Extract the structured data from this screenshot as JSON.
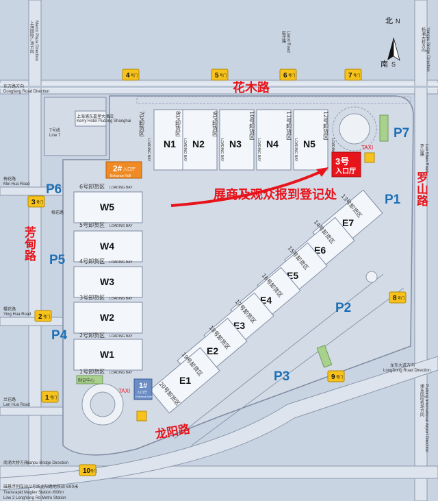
{
  "compass": {
    "north": "北",
    "north_en": "N",
    "south": "南",
    "south_en": "S"
  },
  "roads": {
    "huamu": "花木路",
    "luoshan": "罗山路",
    "fangdian": "芳甸路",
    "longyang": "龙阳路"
  },
  "directions": {
    "dongfang_cn": "东方路方向",
    "dongfang_en": "Dongfang Road Direction",
    "marco_cn": "上海国际广场方向",
    "marco_en": "Marco Plaza Direction",
    "yangpu_cn": "杨浦大桥方向",
    "yangpu_en": "Yangpu Bridge Direction",
    "lianxi_cn": "联洋路",
    "lianxi_en": "Lianxi Road",
    "luoshan_cn": "罗山路",
    "luoshan_en": "Luo Shan Road",
    "meihua_cn": "梅花路",
    "meihua_en": "Mei Hua Road",
    "yinghua_cn": "樱花路",
    "yinghua_en": "Ying Hua Road",
    "lanhua_cn": "兰花路",
    "lanhua_en": "Lan Hua Road",
    "longdong_cn": "龙东大道方向",
    "longdong_en": "LongDong Road Direction",
    "pudong_cn": "浦东国际机场方向",
    "pudong_en": "Pudong International Airport Direction",
    "nanpu_cn": "南浦大桥方向",
    "nanpu_en": "Nanpu Bridge Direction",
    "maglev_cn": "磁悬浮列车站/2号线龙阳路地铁站 600米",
    "maglev_en": "Transrapid Maglev Station /600m",
    "line2_en": "Line 2 LongYang Rd.Metro Station",
    "kerry_cn": "上海浦东嘉里大酒店",
    "kerry_en": "Kerry Hotel Pudong Shanghai",
    "line7_cn": "7号线",
    "line7_en": "Line 7"
  },
  "gates": [
    {
      "num": "1",
      "label": "号门"
    },
    {
      "num": "2",
      "label": "号门"
    },
    {
      "num": "3",
      "label": "号门"
    },
    {
      "num": "4",
      "label": "号门"
    },
    {
      "num": "5",
      "label": "号门"
    },
    {
      "num": "6",
      "label": "号门"
    },
    {
      "num": "7",
      "label": "号门"
    },
    {
      "num": "8",
      "label": "号门"
    },
    {
      "num": "9",
      "label": "号门"
    },
    {
      "num": "10",
      "label": "号门"
    }
  ],
  "parking": [
    "P1",
    "P2",
    "P3",
    "P4",
    "P5",
    "P6",
    "P7"
  ],
  "halls": {
    "north": [
      "N1",
      "N2",
      "N3",
      "N4",
      "N5"
    ],
    "west": [
      "W5",
      "W4",
      "W3",
      "W2",
      "W1"
    ],
    "east": [
      "E7",
      "E6",
      "E5",
      "E4",
      "E3",
      "E2",
      "E1"
    ]
  },
  "loading_bays": {
    "north": [
      "7号卸货区",
      "8号卸货区",
      "9号卸货区",
      "10号卸货区",
      "11号卸货区",
      "12号卸货区"
    ],
    "west": [
      "6号卸货区",
      "5号卸货区",
      "4号卸货区",
      "3号卸货区",
      "2号卸货区",
      "1号卸货区"
    ],
    "east": [
      "13号卸货区",
      "14号卸货区",
      "15号卸货区",
      "16号卸货区",
      "17号卸货区",
      "18号卸货区",
      "19号卸货区",
      "20号卸货区"
    ],
    "en": "LOADING BAY"
  },
  "entrances": {
    "e1_num": "1#",
    "e1_cn": "入口厅",
    "e1_en": "Entrance Hall",
    "e2_num": "2#",
    "e2_cn": "入口厅",
    "e2_en": "Entrance Hall",
    "e3_num": "3号",
    "e3_cn": "入口厅"
  },
  "registration": "展商及观众报到登记处",
  "taxi": "TAXI",
  "center": "制证中心",
  "colors": {
    "background": "#c9d4e3",
    "road": "#dde4ee",
    "hall": "#f3f6fa",
    "gate": "#f6c21b",
    "red": "#e8141b",
    "park": "#1d6fb5",
    "green": "#a8d18d",
    "orange": "#f08a24",
    "entrance1": "#6b8cc4"
  }
}
